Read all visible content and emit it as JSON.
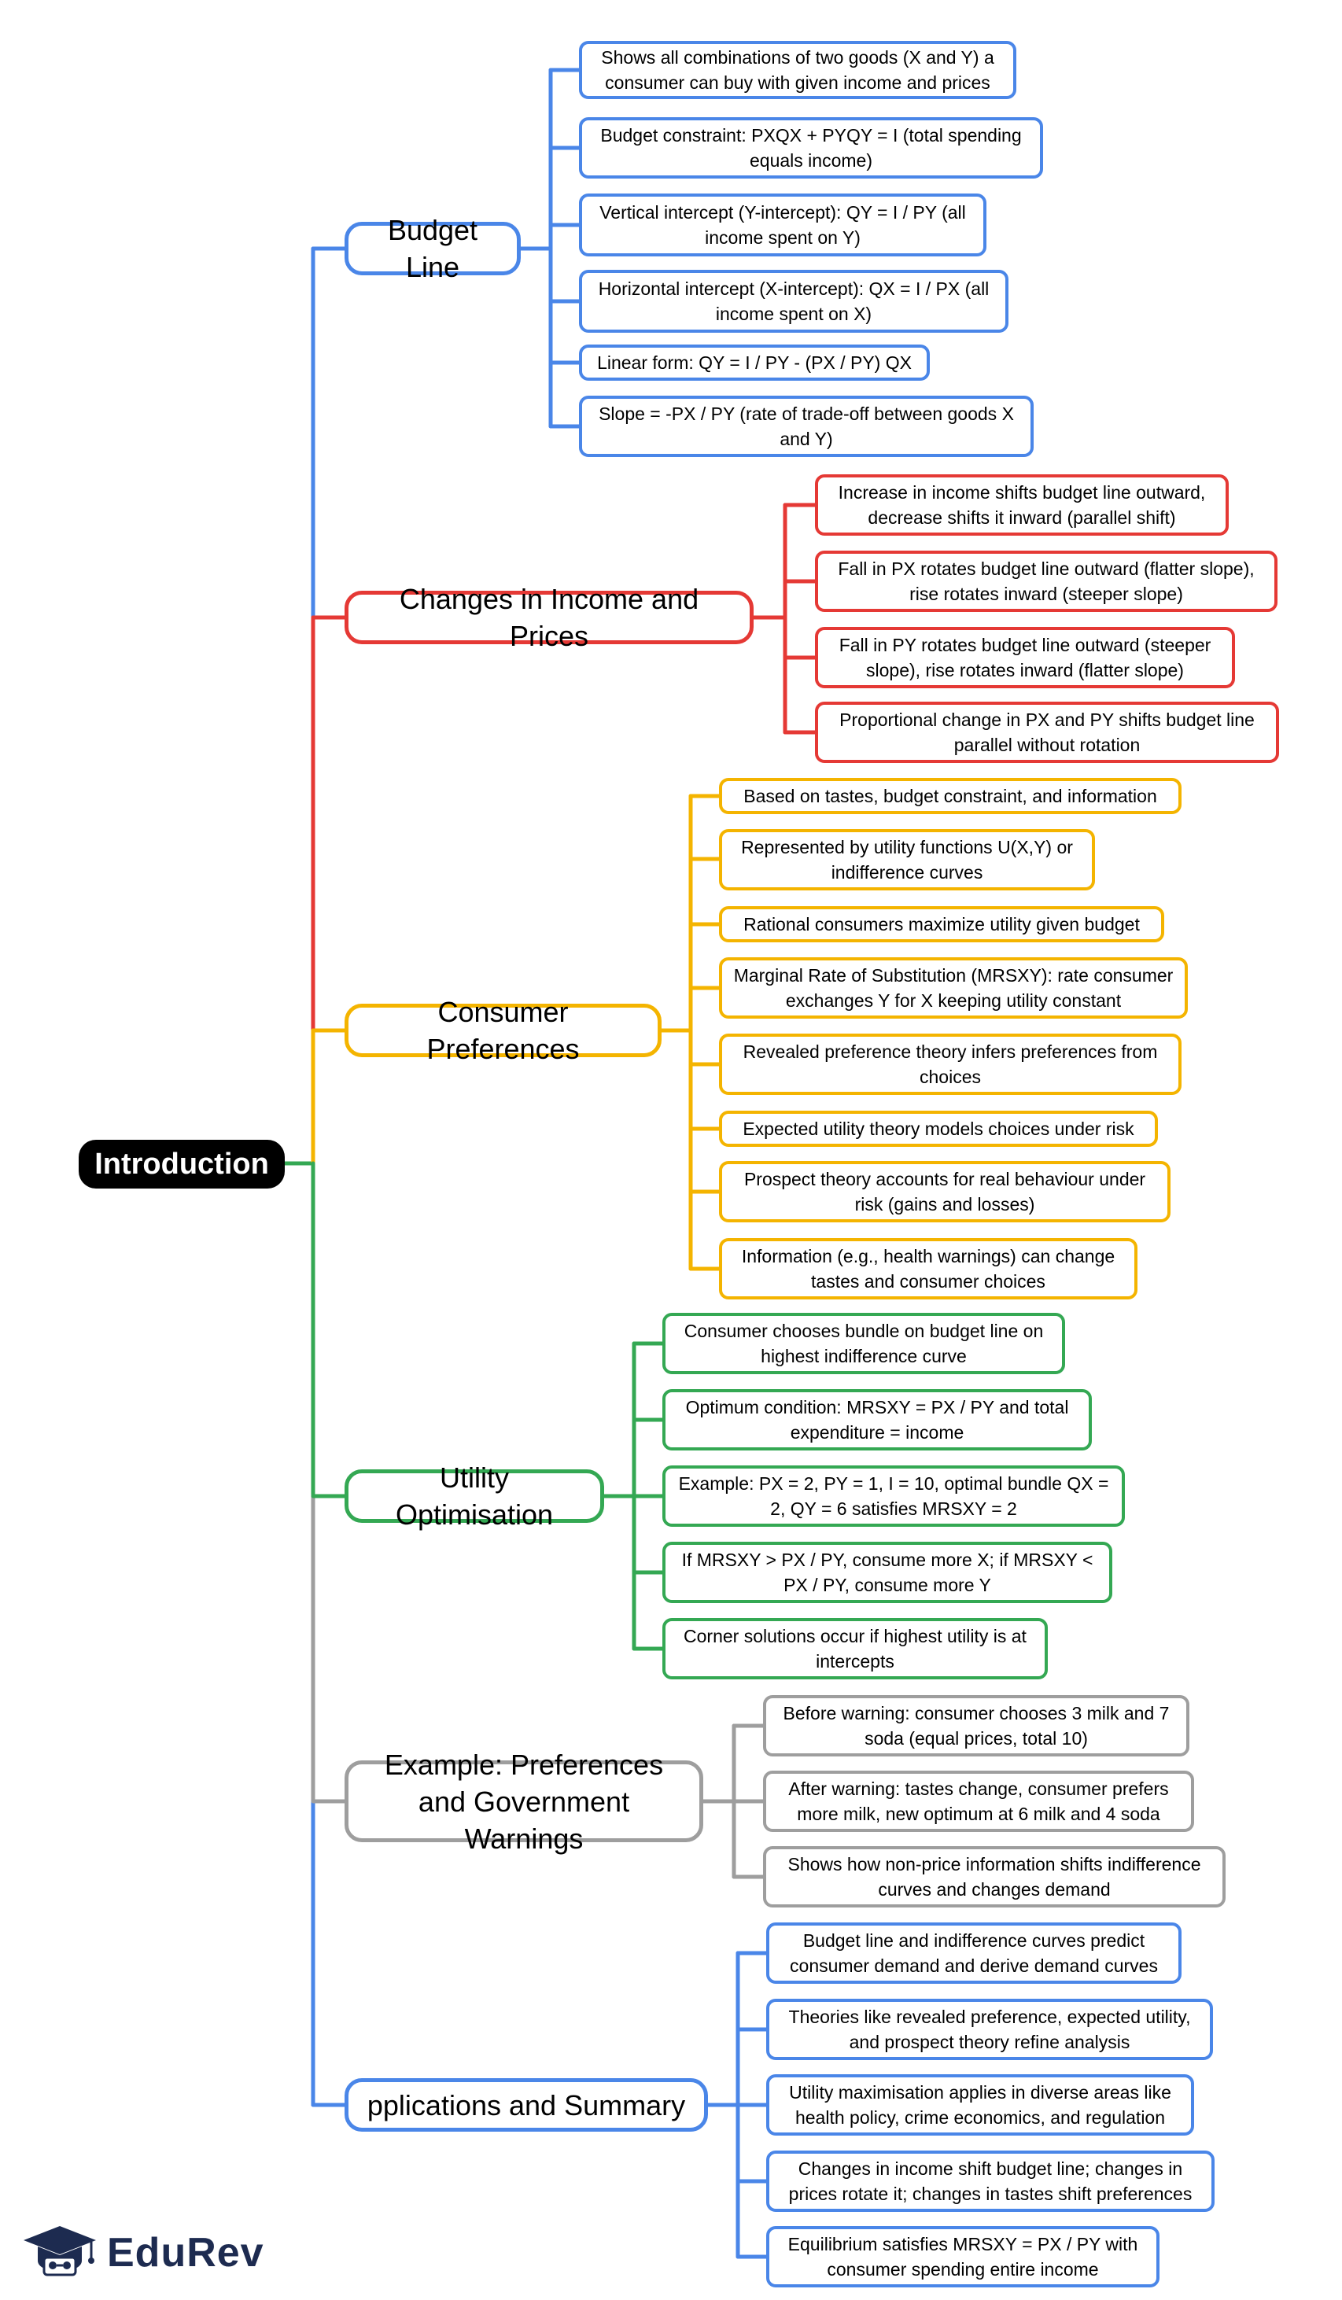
{
  "root": {
    "label": "Introduction"
  },
  "branches": [
    {
      "label": "Budget Line",
      "color": "#4a86e8",
      "items": [
        "Shows all combinations of two goods (X and Y) a consumer can buy with given income and prices",
        "Budget constraint: PXQX + PYQY = I (total spending equals income)",
        "Vertical intercept (Y-intercept): QY = I / PY (all income spent on Y)",
        "Horizontal intercept (X-intercept): QX = I / PX (all income spent on X)",
        "Linear form: QY = I / PY - (PX / PY) QX",
        "Slope = -PX / PY (rate of trade-off between goods X and Y)"
      ]
    },
    {
      "label": "Changes in Income and Prices",
      "color": "#e53935",
      "items": [
        "Increase in income shifts budget line outward, decrease shifts it inward (parallel shift)",
        "Fall in PX rotates budget line outward (flatter slope), rise rotates inward (steeper slope)",
        "Fall in PY rotates budget line outward (steeper slope), rise rotates inward (flatter slope)",
        "Proportional change in PX and PY shifts budget line parallel without rotation"
      ]
    },
    {
      "label": "Consumer Preferences",
      "color": "#f4b400",
      "items": [
        "Based on tastes, budget constraint, and information",
        "Represented by utility functions U(X,Y) or indifference curves",
        "Rational consumers maximize utility given budget",
        "Marginal Rate of Substitution (MRSXY): rate consumer exchanges Y for X keeping utility constant",
        "Revealed preference theory infers preferences from choices",
        "Expected utility theory models choices under risk",
        "Prospect theory accounts for real behaviour under risk (gains and losses)",
        "Information (e.g., health warnings) can change tastes and consumer choices"
      ]
    },
    {
      "label": "Utility Optimisation",
      "color": "#34a853",
      "items": [
        "Consumer chooses bundle on budget line on highest indifference curve",
        "Optimum condition: MRSXY = PX / PY and total expenditure = income",
        "Example: PX = 2, PY = 1, I = 10, optimal bundle QX = 2, QY = 6 satisfies MRSXY = 2",
        "If MRSXY > PX / PY, consume more X; if MRSXY < PX / PY, consume more Y",
        "Corner solutions occur if highest utility is at intercepts"
      ]
    },
    {
      "label": "Example: Preferences and Government Warnings",
      "color": "#9e9e9e",
      "items": [
        "Before warning: consumer chooses 3 milk and 7 soda (equal prices, total 10)",
        "After warning: tastes change, consumer prefers more milk, new optimum at 6 milk and 4 soda",
        "Shows how non-price information shifts indifference curves and changes demand"
      ]
    },
    {
      "label": "pplications and Summary",
      "color": "#4a86e8",
      "items": [
        "Budget line and indifference curves predict consumer demand and derive demand curves",
        "Theories like revealed preference, expected utility, and prospect theory refine analysis",
        "Utility maximisation applies in diverse areas like health policy, crime economics, and regulation",
        "Changes in income shift budget line; changes in prices rotate it; changes in tastes shift preferences",
        "Equilibrium satisfies MRSXY = PX / PY with consumer spending entire income"
      ]
    }
  ],
  "logo": {
    "text": "EduRev",
    "icon": "graduation-cap-icon"
  }
}
